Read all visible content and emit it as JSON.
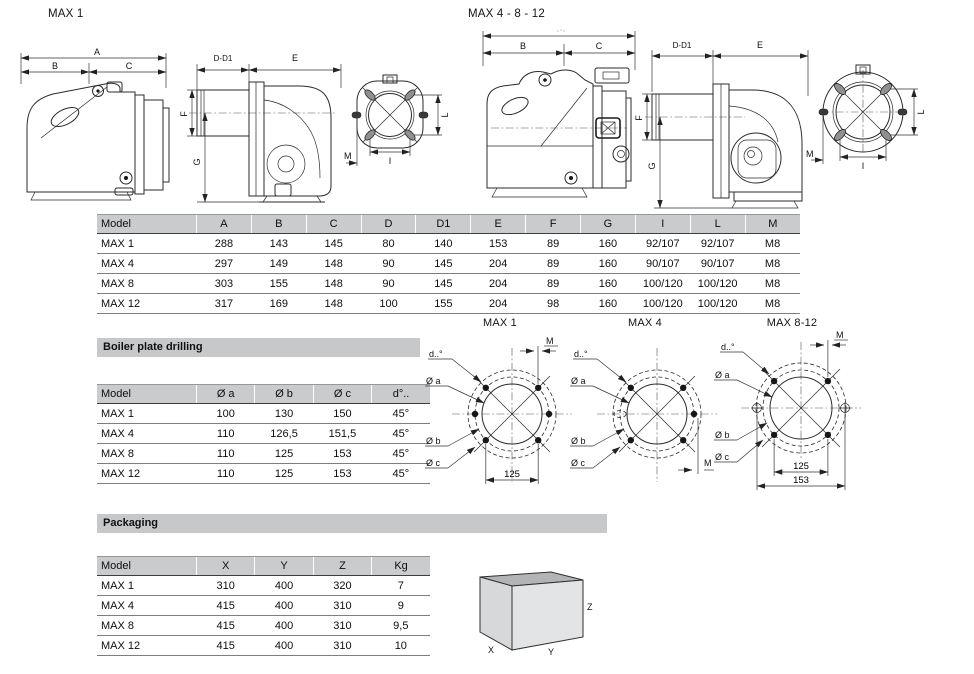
{
  "headers": {
    "max1": "MAX 1",
    "max4812": "MAX 4 - 8 - 12"
  },
  "dims": {
    "A": "A",
    "B": "B",
    "C": "C",
    "DD1": "D-D1",
    "E": "E",
    "F": "F",
    "G": "G",
    "I": "I",
    "L": "L",
    "M": "M"
  },
  "tables": {
    "main": {
      "headers": [
        "Model",
        "A",
        "B",
        "C",
        "D",
        "D1",
        "E",
        "F",
        "G",
        "I",
        "L",
        "M"
      ],
      "rows": [
        [
          "MAX 1",
          "288",
          "143",
          "145",
          "80",
          "140",
          "153",
          "89",
          "160",
          "92/107",
          "92/107",
          "M8"
        ],
        [
          "MAX 4",
          "297",
          "149",
          "148",
          "90",
          "145",
          "204",
          "89",
          "160",
          "90/107",
          "90/107",
          "M8"
        ],
        [
          "MAX 8",
          "303",
          "155",
          "148",
          "90",
          "145",
          "204",
          "89",
          "160",
          "100/120",
          "100/120",
          "M8"
        ],
        [
          "MAX 12",
          "317",
          "169",
          "148",
          "100",
          "155",
          "204",
          "98",
          "160",
          "100/120",
          "100/120",
          "M8"
        ]
      ]
    },
    "boiler": {
      "title": "Boiler plate drilling",
      "headers": [
        "Model",
        "Ø a",
        "Ø b",
        "Ø c",
        "d°.."
      ],
      "rows": [
        [
          "MAX 1",
          "100",
          "130",
          "150",
          "45°"
        ],
        [
          "MAX 4",
          "110",
          "126,5",
          "151,5",
          "45°"
        ],
        [
          "MAX 8",
          "110",
          "125",
          "153",
          "45°"
        ],
        [
          "MAX 12",
          "110",
          "125",
          "153",
          "45°"
        ]
      ]
    },
    "packaging": {
      "title": "Packaging",
      "headers": [
        "Model",
        "X",
        "Y",
        "Z",
        "Kg"
      ],
      "rows": [
        [
          "MAX 1",
          "310",
          "400",
          "320",
          "7"
        ],
        [
          "MAX 4",
          "415",
          "400",
          "310",
          "9"
        ],
        [
          "MAX 8",
          "415",
          "400",
          "310",
          "9,5"
        ],
        [
          "MAX 12",
          "415",
          "400",
          "310",
          "10"
        ]
      ]
    }
  },
  "drilling": {
    "titles": [
      "MAX 1",
      "MAX 4",
      "MAX 8-12"
    ],
    "d_label": "d..°",
    "a_label": "Ø a",
    "b_label": "Ø b",
    "c_label": "Ø c",
    "m_label": "M",
    "dim125": "125",
    "dim153": "153"
  },
  "box": {
    "x_label": "X",
    "y_label": "Y",
    "z_label": "Z"
  },
  "colors": {
    "section_bar": "#c6c8ca",
    "table_header": "#c9cbcd",
    "line": "#2b2b2b"
  }
}
